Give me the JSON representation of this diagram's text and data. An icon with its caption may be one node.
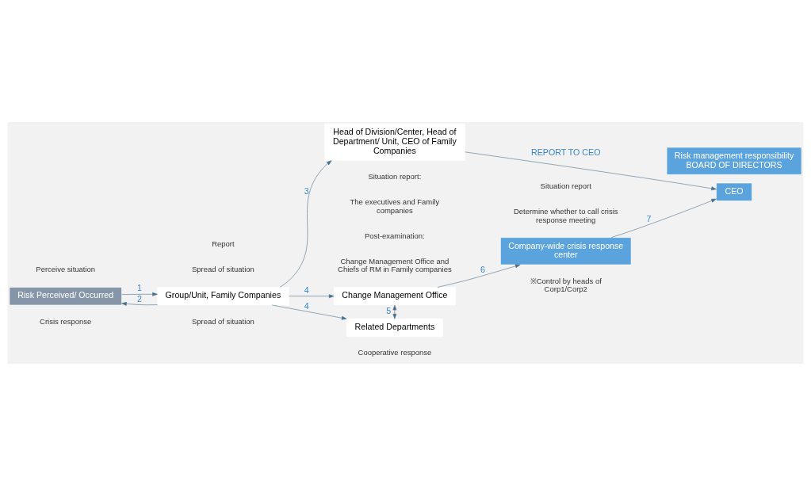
{
  "diagram": {
    "nodes": [
      {
        "text": [
          "Risk Perceived/ Occurred"
        ]
      },
      {
        "text": [
          "Group/Unit, Family Companies"
        ]
      },
      {
        "text": [
          "Head of Division/Center, Head of Department/ Unit, CEO of Family Companies"
        ]
      },
      {
        "text": [
          "Change Management Office"
        ]
      },
      {
        "text": [
          "Related Departments"
        ]
      },
      {
        "text": [
          "Company-wide crisis response center"
        ],
        "beside": [
          "※Control by heads of Corp1/Corp2"
        ]
      },
      {
        "text": [
          "Risk management responsibility",
          "BOARD OF DIRECTORS"
        ]
      },
      {
        "text": [
          "CEO"
        ]
      }
    ],
    "edges": [
      {
        "from": 0,
        "to": 1,
        "arrow": "to",
        "label": "1"
      },
      {
        "from": 1,
        "to": 0,
        "arrow": "to",
        "label": "2"
      },
      {
        "from": 1,
        "to": 2,
        "arrow": "to",
        "label": "3"
      },
      {
        "from": 1,
        "to": 3,
        "arrow": "to",
        "label": "4"
      },
      {
        "from": 1,
        "to": 4,
        "arrow": "to",
        "label": "4"
      },
      {
        "from": 3,
        "to": 4,
        "arrow": "both",
        "label": "5"
      },
      {
        "from": 3,
        "to": 5,
        "arrow": "to",
        "label": "6"
      },
      {
        "from": 5,
        "to": 7,
        "arrow": "to",
        "label": "7"
      },
      {
        "from": 2,
        "to": 7,
        "arrow": "to",
        "label": "REPORT TO CEO"
      }
    ],
    "labels": [
      "Situation report:",
      "The executives and Family companies",
      "Post-examination:",
      "Change Management Office and Chiefs of RM in Family companies",
      "Report",
      "Situation report",
      "Determine whether to call crisis response meeting",
      "Perceive situation",
      "Spread of situation",
      "Crisis response",
      "Spread of situation",
      "Cooperative response"
    ]
  }
}
